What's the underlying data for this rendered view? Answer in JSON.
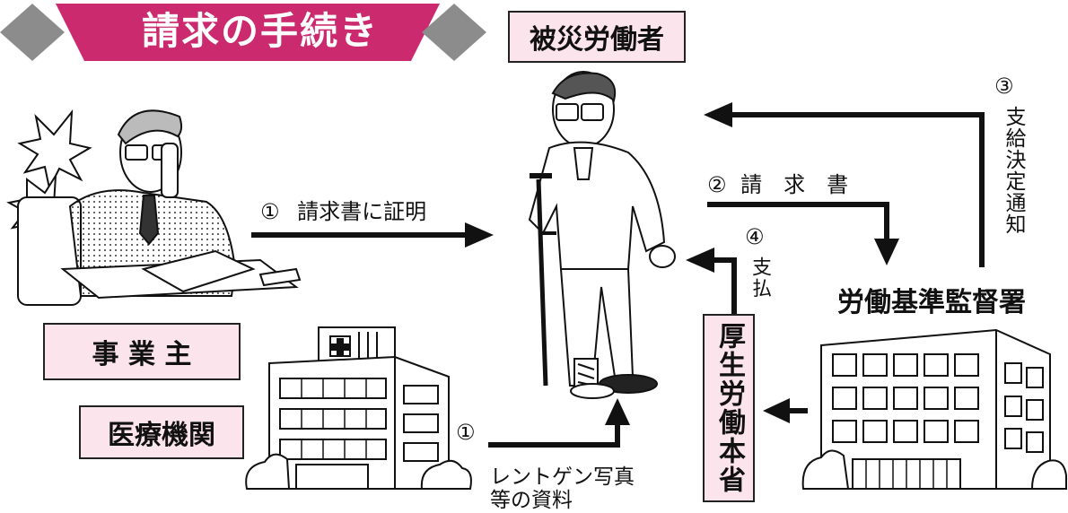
{
  "title": "請求の手続き",
  "nodes": {
    "worker": "被災労働者",
    "employer": "事 業 主",
    "medical": "医療機関",
    "bureau": "労働基準監督署",
    "ministry": "厚生労働本省"
  },
  "steps": {
    "step1_employer": {
      "num": "①",
      "text": "請求書に証明"
    },
    "step2": {
      "num": "②",
      "text": "請　求　書"
    },
    "step3": {
      "num": "③",
      "text": "支給決定通知"
    },
    "step4": {
      "num": "④",
      "text": "支払"
    },
    "step1_medical": {
      "num": "①",
      "line1": "レントゲン写真",
      "line2": "等の資料"
    }
  },
  "colors": {
    "banner": "#cc2a6e",
    "diamond": "#8c8c8c",
    "label_bg": "#fbe4ec",
    "arrow": "#111111"
  }
}
